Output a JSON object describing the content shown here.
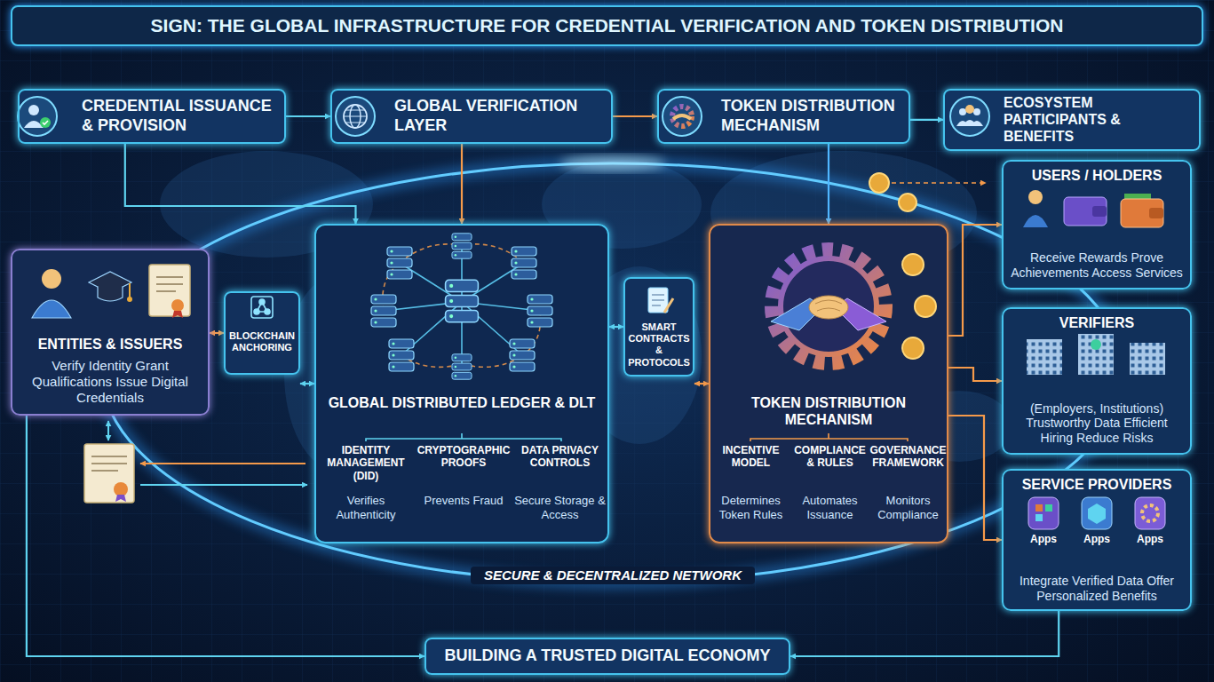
{
  "diagram": {
    "title": "SIGN: THE GLOBAL INFRASTRUCTURE FOR CREDENTIAL VERIFICATION AND TOKEN DISTRIBUTION",
    "nodes": [
      {
        "text": [
          "CREDENTIAL ISSUANCE & PROVISION"
        ]
      },
      {
        "text": [
          "GLOBAL VERIFICATION LAYER"
        ]
      },
      {
        "text": [
          "TOKEN DISTRIBUTION MECHANISM"
        ]
      },
      {
        "text": [
          "ECOSYSTEM PARTICIPANTS & BENEFITS"
        ]
      },
      {
        "text": [
          "ENTITIES & ISSUERS",
          "Verify Identity Grant Qualifications Issue Digital Credentials"
        ]
      },
      {
        "text": [
          "BLOCKCHAIN ANCHORING"
        ]
      },
      {
        "text": [
          "GLOBAL DISTRIBUTED LEDGER & DLT"
        ]
      },
      {
        "text": [
          "SMART CONTRACTS & PROTOCOLS"
        ]
      },
      {
        "text": [
          "TOKEN DISTRIBUTION MECHANISM"
        ]
      },
      {
        "text": [
          "USERS / HOLDERS",
          "Receive Rewards Prove Achievements Access Services"
        ]
      },
      {
        "text": [
          "VERIFIERS",
          "(Employers, Institutions) Trustworthy Data Efficient Hiring Reduce Risks"
        ]
      },
      {
        "text": [
          "SERVICE PROVIDERS",
          "Integrate Verified Data Offer Personalized Benefits"
        ]
      },
      {
        "text": [
          "BUILDING A TRUSTED DIGITAL ECONOMY"
        ]
      }
    ],
    "edges": [
      {
        "from": 0,
        "to": 1,
        "arrow": "to"
      },
      {
        "from": 1,
        "to": 2,
        "arrow": "to"
      },
      {
        "from": 2,
        "to": 3,
        "arrow": "to"
      },
      {
        "from": 1,
        "to": 6,
        "arrow": "to"
      },
      {
        "from": 2,
        "to": 8,
        "arrow": "to"
      },
      {
        "from": 4,
        "to": 5,
        "arrow": "both"
      },
      {
        "from": 5,
        "to": 6,
        "arrow": "both"
      },
      {
        "from": 6,
        "to": 7,
        "arrow": "both"
      },
      {
        "from": 7,
        "to": 8,
        "arrow": "both"
      },
      {
        "from": 8,
        "to": 9,
        "arrow": "to"
      },
      {
        "from": 8,
        "to": 10,
        "arrow": "to"
      },
      {
        "from": 8,
        "to": 11,
        "arrow": "to"
      },
      {
        "from": 0,
        "to": 6,
        "arrow": "to"
      },
      {
        "from": 4,
        "to": 12,
        "arrow": "to"
      },
      {
        "from": 11,
        "to": 12,
        "arrow": "to"
      }
    ],
    "labels": [
      "IDENTITY MANAGEMENT (DID)",
      "Verifies Authenticity",
      "CRYPTOGRAPHIC PROOFS",
      "Prevents Fraud",
      "DATA PRIVACY CONTROLS",
      "Secure Storage & Access",
      "INCENTIVE MODEL",
      "Determines Token Rules",
      "COMPLIANCE & RULES",
      "Automates Issuance",
      "GOVERNANCE FRAMEWORK",
      "Monitors Compliance",
      "Apps",
      "Apps",
      "Apps",
      "SECURE & DECENTRALIZED NETWORK"
    ]
  }
}
